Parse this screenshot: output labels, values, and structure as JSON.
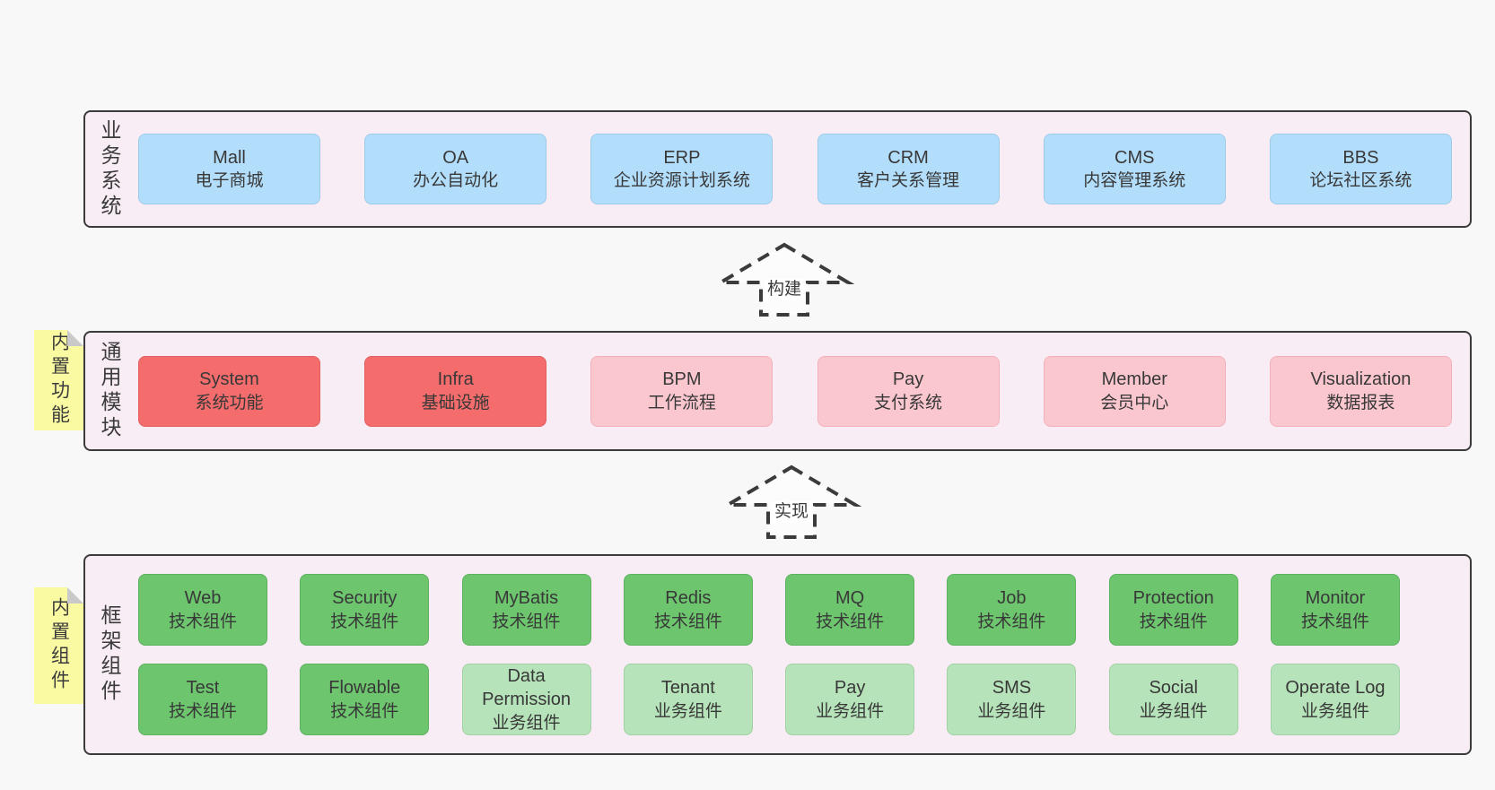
{
  "colors": {
    "page_bg": "#f8f8f8",
    "section_bg": "#f8ecf5",
    "section_border": "#3b3b3b",
    "box_text": "#383838",
    "blue": "#b3defb",
    "blue_border": "#9ccbe9",
    "red": "#f56c6c",
    "red_border": "#e25f5f",
    "pink": "#fbc7cf",
    "pink_border": "#f3b0ba",
    "green": "#6dc56e",
    "green_border": "#5cb25e",
    "green_light": "#b6e3b9",
    "green_light_border": "#a0d2a4",
    "note_yellow": "#fafaa3",
    "note_fold": "#c9c9c9",
    "arrow_line": "#3b3b3b",
    "arrow_fill": "#fcfcfc",
    "label_bg": "#ffffff"
  },
  "diagram": {
    "sections": {
      "business": {
        "label": "业务系统",
        "items": [
          {
            "name": "Mall",
            "subtitle": "电子商城",
            "variant": "blue"
          },
          {
            "name": "OA",
            "subtitle": "办公自动化",
            "variant": "blue"
          },
          {
            "name": "ERP",
            "subtitle": "企业资源计划系统",
            "variant": "blue"
          },
          {
            "name": "CRM",
            "subtitle": "客户关系管理",
            "variant": "blue"
          },
          {
            "name": "CMS",
            "subtitle": "内容管理系统",
            "variant": "blue"
          },
          {
            "name": "BBS",
            "subtitle": "论坛社区系统",
            "variant": "blue"
          }
        ]
      },
      "modules": {
        "label": "通用模块",
        "note": "内置功能",
        "items": [
          {
            "name": "System",
            "subtitle": "系统功能",
            "variant": "red"
          },
          {
            "name": "Infra",
            "subtitle": "基础设施",
            "variant": "red"
          },
          {
            "name": "BPM",
            "subtitle": "工作流程",
            "variant": "pink"
          },
          {
            "name": "Pay",
            "subtitle": "支付系统",
            "variant": "pink"
          },
          {
            "name": "Member",
            "subtitle": "会员中心",
            "variant": "pink"
          },
          {
            "name": "Visualization",
            "subtitle": "数据报表",
            "variant": "pink"
          }
        ]
      },
      "framework": {
        "label": "框架组件",
        "note": "内置组件",
        "row1": [
          {
            "name": "Web",
            "subtitle": "技术组件",
            "variant": "green"
          },
          {
            "name": "Security",
            "subtitle": "技术组件",
            "variant": "green"
          },
          {
            "name": "MyBatis",
            "subtitle": "技术组件",
            "variant": "green"
          },
          {
            "name": "Redis",
            "subtitle": "技术组件",
            "variant": "green"
          },
          {
            "name": "MQ",
            "subtitle": "技术组件",
            "variant": "green"
          },
          {
            "name": "Job",
            "subtitle": "技术组件",
            "variant": "green"
          },
          {
            "name": "Protection",
            "subtitle": "技术组件",
            "variant": "green"
          },
          {
            "name": "Monitor",
            "subtitle": "技术组件",
            "variant": "green"
          }
        ],
        "row2": [
          {
            "name": "Test",
            "subtitle": "技术组件",
            "variant": "green"
          },
          {
            "name": "Flowable",
            "subtitle": "技术组件",
            "variant": "green"
          },
          {
            "name": "Data Permission",
            "subtitle": "业务组件",
            "variant": "green_light"
          },
          {
            "name": "Tenant",
            "subtitle": "业务组件",
            "variant": "green_light"
          },
          {
            "name": "Pay",
            "subtitle": "业务组件",
            "variant": "green_light"
          },
          {
            "name": "SMS",
            "subtitle": "业务组件",
            "variant": "green_light"
          },
          {
            "name": "Social",
            "subtitle": "业务组件",
            "variant": "green_light"
          },
          {
            "name": "Operate Log",
            "subtitle": "业务组件",
            "variant": "green_light"
          }
        ]
      }
    },
    "arrows": [
      {
        "label": "构建"
      },
      {
        "label": "实现"
      }
    ]
  }
}
